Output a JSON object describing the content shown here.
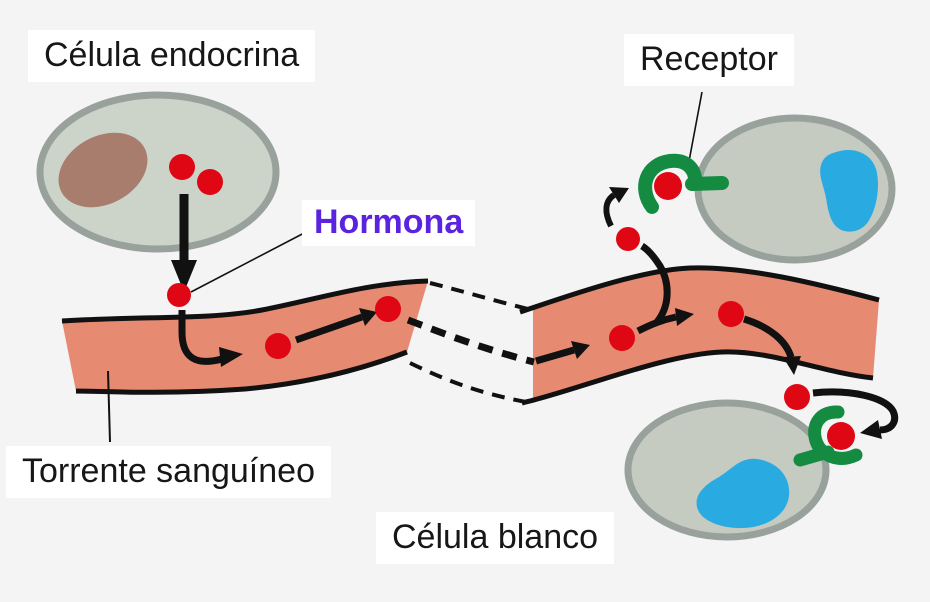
{
  "labels": {
    "endocrine_cell": "Célula endocrina",
    "hormone": "Hormona",
    "receptor": "Receptor",
    "bloodstream": "Torrente sanguíneo",
    "target_cell": "Célula blanco"
  },
  "colors": {
    "background": "#f4f4f5",
    "bloodstream_fill": "#e78a72",
    "endocrine_cell_fill": "#ccd4c9",
    "target_cell_fill": "#c5cbc1",
    "cell_border": "#98a19b",
    "endocrine_nucleus": "#a87d6e",
    "target_nucleus": "#29abe2",
    "receptor_green": "#148b41",
    "hormone_red": "#e00714",
    "hormone_label_color": "#5b23e0",
    "line_black": "#111111"
  }
}
